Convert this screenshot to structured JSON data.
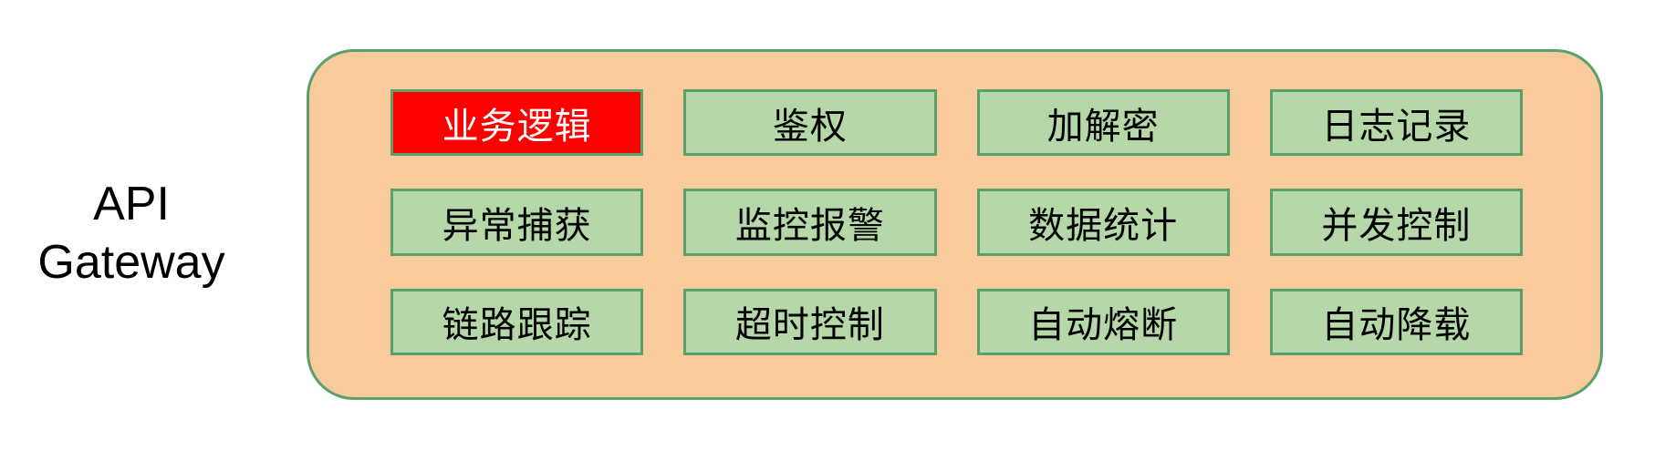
{
  "gateway_label": {
    "line1": "API",
    "line2": "Gateway"
  },
  "grid": {
    "items": [
      {
        "label": "业务逻辑",
        "highlight": true
      },
      {
        "label": "鉴权",
        "highlight": false
      },
      {
        "label": "加解密",
        "highlight": false
      },
      {
        "label": "日志记录",
        "highlight": false
      },
      {
        "label": "异常捕获",
        "highlight": false
      },
      {
        "label": "监控报警",
        "highlight": false
      },
      {
        "label": "数据统计",
        "highlight": false
      },
      {
        "label": "并发控制",
        "highlight": false
      },
      {
        "label": "链路跟踪",
        "highlight": false
      },
      {
        "label": "超时控制",
        "highlight": false
      },
      {
        "label": "自动熔断",
        "highlight": false
      },
      {
        "label": "自动降载",
        "highlight": false
      }
    ]
  },
  "colors": {
    "container_fill": "#F9CB9C",
    "container_border": "#5AA06A",
    "box_fill": "#B6D7A8",
    "box_border": "#5AA06A",
    "highlight_fill": "#FE0000",
    "highlight_text": "#FFFFFF",
    "text": "#000000"
  }
}
